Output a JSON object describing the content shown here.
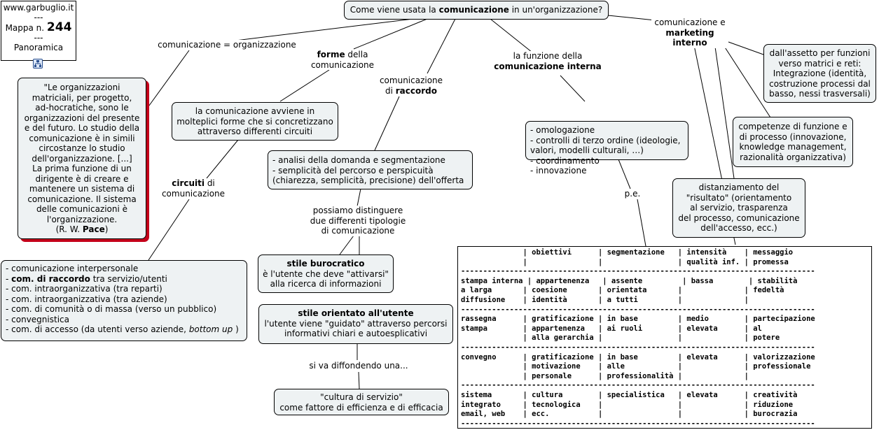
{
  "header": {
    "site": "www.garbuglio.it",
    "sep1": "---",
    "map_label": "Mappa n.",
    "map_number": "244",
    "sep2": "---",
    "view": "Panoramica"
  },
  "root": {
    "pre": "Come viene usata la ",
    "bold": "comunicazione",
    "post": " in un'organizzazione?"
  },
  "labels": {
    "com_org": "comunicazione = organizzazione",
    "forme_bold": "forme",
    "forme_rest": " della\ncomunicazione",
    "raccordo_pre": "comunicazione\ndi ",
    "raccordo_bold": "raccordo",
    "interna_pre": "la funzione della\n",
    "interna_bold": "comunicazione interna",
    "marketing_pre": "comunicazione e\n",
    "marketing_bold": "marketing interno",
    "circuiti_bold": "circuiti",
    "circuiti_rest": " di\ncomunicazione",
    "distinguere": "possiamo distinguere\ndue differenti tipologie\ndi comunicazione",
    "diffondendo": "si va diffondendo una...",
    "pe": "p.e."
  },
  "quote": {
    "text": "\"Le organizzazioni\nmatriciali, per progetto,\nad-hocratiche, sono le\norganizzazioni del presente\ne del futuro. Lo studio della\ncomunicazione è in simili\ncircostanze lo studio\ndell'organizzazione. [...]\nLa prima funzione di un\ndirigente è di creare e\nmantenere un sistema di\ncomunicazione. Il sistema\ndelle comunicazioni è\nl'organizzazione.\n(R. W. ",
    "author_bold": "Pace",
    "close": ")"
  },
  "nodes": {
    "forme": "la comunicazione avviene in\nmolteplici forme che si concretizzano\nattraverso differenti circuiti",
    "raccordo": "- analisi della domanda e segmentazione\n- semplicità del percorso e perspicuità\n(chiarezza, semplicità, precisione) dell'offerta",
    "interna": "- omologazione\n- controlli di terzo ordine (ideologie,\nvalori, modelli culturali, …)\n- coordinamento\n- innovazione",
    "marketing1": "dall'assetto per funzioni\nverso matrici e reti:\nIntegrazione (identità,\ncostruzione processi dal\nbasso, nessi trasversali)",
    "marketing2": "competenze di funzione e\ndi processo (innovazione,\nknowledge management,\nrazionalità organizzativa)",
    "marketing3": "distanziamento del\n\"risultato\" (orientamento\nal servizio, trasparenza\ndel processo, comunicazione\ndell'accesso, ecc.)",
    "burocratico_title": "stile burocratico",
    "burocratico_text": "è l'utente che deve \"attivarsi\"\nalla ricerca di informazioni",
    "utente_title": "stile orientato all'utente",
    "utente_text": "l'utente viene \"guidato\" attraverso percorsi\ninformativi chiari e autoesplicativi",
    "cultura": "\"cultura di servizio\"\ncome fattore di efficienza e di efficacia"
  },
  "circuiti_list": {
    "l1": "- comunicazione interpersonale",
    "l2_dash": "- ",
    "l2_bold": "com. di raccordo",
    "l2_rest": " tra servizio/utenti",
    "l3": "- com. intraorganizzativa (tra reparti)",
    "l4": "- com. intraorganizzativa (tra aziende)",
    "l5": "- com. di comunità o di massa (verso un pubblico)",
    "l6": "- convegnistica",
    "l7_pre": "- com. di accesso (da utenti verso aziende, ",
    "l7_italic": "bottom up",
    "l7_post": " )"
  },
  "table": {
    "text": "              | obiettivi      | segmentazione   | intensità    | messaggio\n              |                |                 | qualità inf. | promessa\n--------------------------------------------------------------------------------\nstampa interna | appartenenza   | assente         | bassa        | stabilità\na larga       | coesione       | orientata       |              | fedeltà\ndiffusione    | identità       | a tutti         |              |\n--------------------------------------------------------------------------------\nrassegna      | gratificazione | in base         | medio        | partecipazione\nstampa        | appartenenza   | ai ruoli        | elevata      | al\n              | alla gerarchia |                 |              | potere\n--------------------------------------------------------------------------------\nconvegno      | gratificazione | in base         | elevata      | valorizzazione\n              | motivazione    | alle            |              | professionale\n              | personale      | professionalità |              |\n--------------------------------------------------------------------------------\nsistema       | cultura        | specialistica   | elevata      | creatività\nintegrato     | tecnologica    |                 |              | riduzione\nemail, web    | ecc.           |                 |              | burocrazia\n--------------------------------------------------------------------------------"
  }
}
